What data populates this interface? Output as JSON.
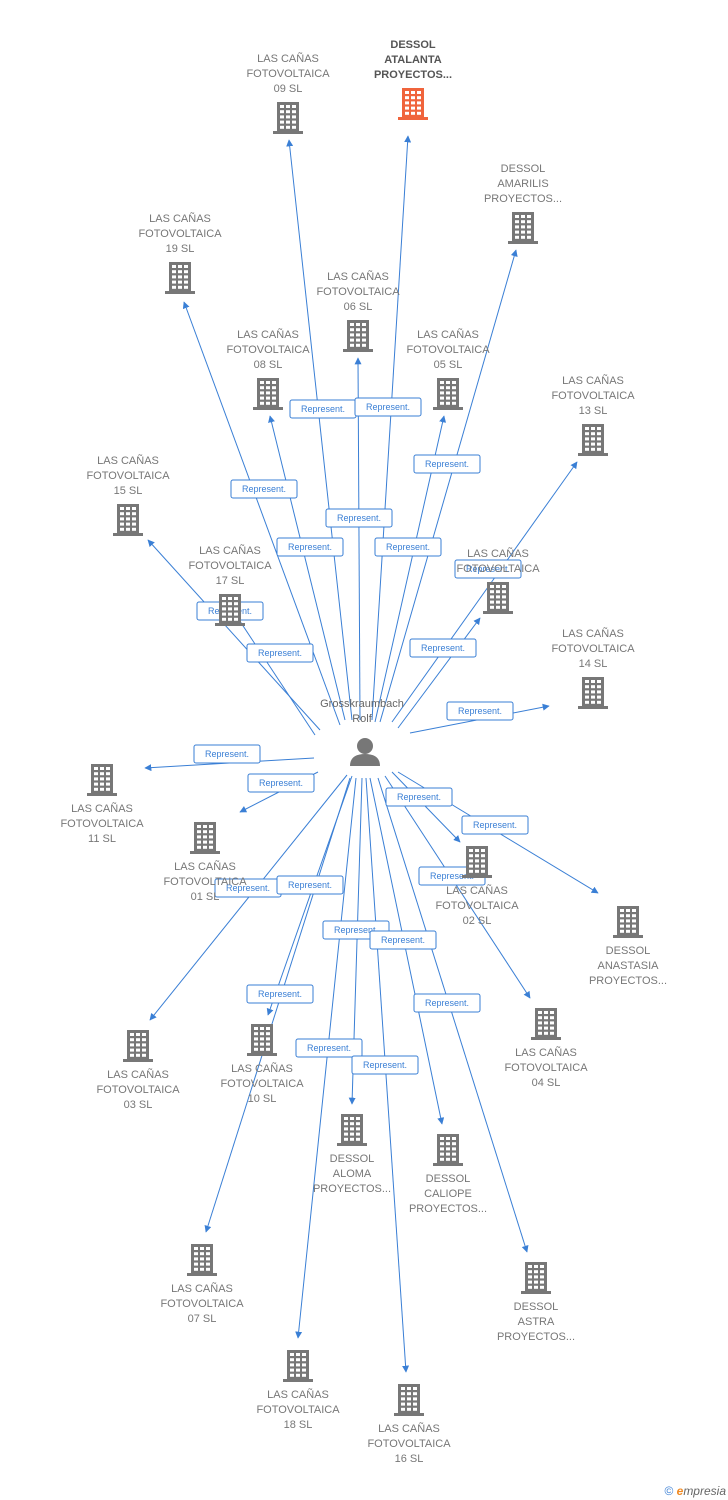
{
  "center": {
    "name_line1": "Grosskraumbach",
    "name_line2": "Rolf"
  },
  "edge_label": "Represent.",
  "colors": {
    "edge": "#3a7fd5",
    "icon": "#777777",
    "highlight": "#f0643c"
  },
  "nodes": [
    {
      "id": "n09",
      "lines": [
        "LAS CAÑAS",
        "FOTOVOLTAICA",
        "09 SL"
      ]
    },
    {
      "id": "atalanta",
      "lines": [
        "DESSOL",
        "ATALANTA",
        "PROYECTOS..."
      ],
      "highlight": true
    },
    {
      "id": "amarilis",
      "lines": [
        "DESSOL",
        "AMARILIS",
        "PROYECTOS..."
      ]
    },
    {
      "id": "n19",
      "lines": [
        "LAS CAÑAS",
        "FOTOVOLTAICA",
        "19 SL"
      ]
    },
    {
      "id": "n06",
      "lines": [
        "LAS CAÑAS",
        "FOTOVOLTAICA",
        "06 SL"
      ]
    },
    {
      "id": "n08",
      "lines": [
        "LAS CAÑAS",
        "FOTOVOLTAICA",
        "08 SL"
      ]
    },
    {
      "id": "n05",
      "lines": [
        "LAS CAÑAS",
        "FOTOVOLTAICA",
        "05 SL"
      ]
    },
    {
      "id": "n13",
      "lines": [
        "LAS CAÑAS",
        "FOTOVOLTAICA",
        "13 SL"
      ]
    },
    {
      "id": "n15",
      "lines": [
        "LAS CAÑAS",
        "FOTOVOLTAICA",
        "15 SL"
      ]
    },
    {
      "id": "n17",
      "lines": [
        "LAS CAÑAS",
        "FOTOVOLTAICA",
        "17 SL"
      ]
    },
    {
      "id": "n12",
      "lines": [
        "LAS CAÑAS",
        "FOTOVOLTAICA"
      ]
    },
    {
      "id": "n14",
      "lines": [
        "LAS CAÑAS",
        "FOTOVOLTAICA",
        "14 SL"
      ]
    },
    {
      "id": "n11",
      "lines": [
        "LAS CAÑAS",
        "FOTOVOLTAICA",
        "11 SL"
      ]
    },
    {
      "id": "n01",
      "lines": [
        "LAS CAÑAS",
        "FOTOVOLTAICA",
        "01 SL"
      ]
    },
    {
      "id": "n02",
      "lines": [
        "LAS CAÑAS",
        "FOTOVOLTAICA",
        "02 SL"
      ]
    },
    {
      "id": "anastasia",
      "lines": [
        "DESSOL",
        "ANASTASIA",
        "PROYECTOS..."
      ]
    },
    {
      "id": "n03",
      "lines": [
        "LAS CAÑAS",
        "FOTOVOLTAICA",
        "03 SL"
      ]
    },
    {
      "id": "n10",
      "lines": [
        "LAS CAÑAS",
        "FOTOVOLTAICA",
        "10 SL"
      ]
    },
    {
      "id": "n04",
      "lines": [
        "LAS CAÑAS",
        "FOTOVOLTAICA",
        "04 SL"
      ]
    },
    {
      "id": "aloma",
      "lines": [
        "DESSOL",
        "ALOMA",
        "PROYECTOS..."
      ]
    },
    {
      "id": "caliope",
      "lines": [
        "DESSOL",
        "CALIOPE",
        "PROYECTOS..."
      ]
    },
    {
      "id": "astra",
      "lines": [
        "DESSOL",
        "ASTRA",
        "PROYECTOS..."
      ]
    },
    {
      "id": "n07",
      "lines": [
        "LAS CAÑAS",
        "FOTOVOLTAICA",
        "07 SL"
      ]
    },
    {
      "id": "n18",
      "lines": [
        "LAS CAÑAS",
        "FOTOVOLTAICA",
        "18 SL"
      ]
    },
    {
      "id": "n16",
      "lines": [
        "LAS CAÑAS",
        "FOTOVOLTAICA",
        "16 SL"
      ]
    }
  ],
  "footer": {
    "copyright": "©",
    "brand_e": "e",
    "brand_rest": "mpresia"
  }
}
